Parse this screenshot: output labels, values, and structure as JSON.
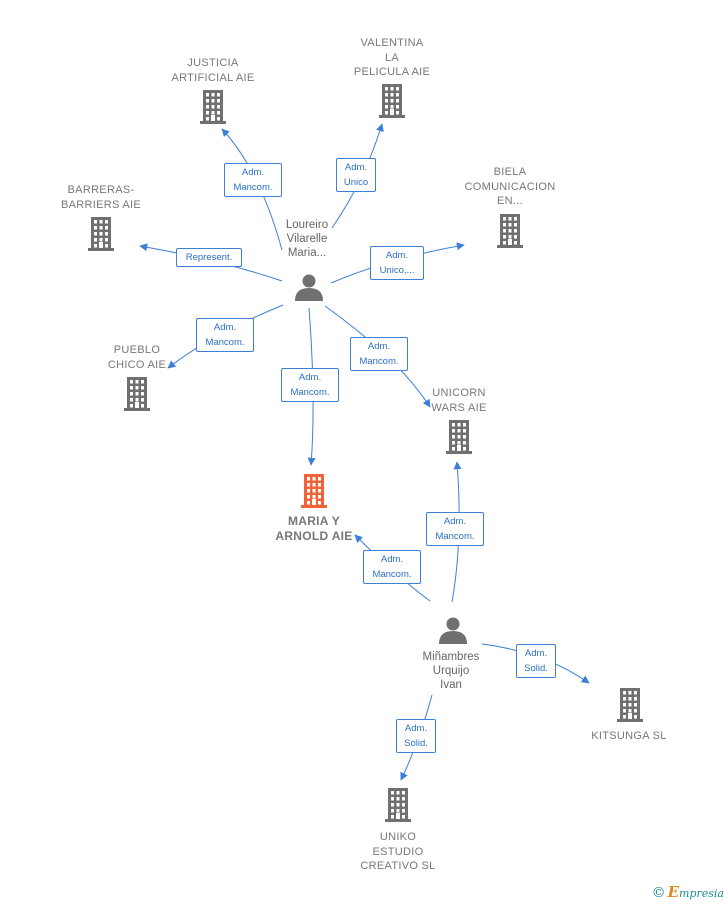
{
  "colors": {
    "edge": "#3d7fd6",
    "building": "#707070",
    "focus_building": "#f0633a",
    "person": "#707070"
  },
  "companies": [
    {
      "id": "justicia",
      "label": "JUSTICIA\nARTIFICIAL  AIE",
      "icon": "building-icon"
    },
    {
      "id": "valentina",
      "label": "VALENTINA\nLA\nPELICULA  AIE",
      "icon": "building-icon"
    },
    {
      "id": "barreras",
      "label": "BARRERAS-\nBARRIERS AIE",
      "icon": "building-icon"
    },
    {
      "id": "biela",
      "label": "BIELA\nCOMUNICACION\nEN...",
      "icon": "building-icon"
    },
    {
      "id": "pueblo",
      "label": "PUEBLO\nCHICO  AIE",
      "icon": "building-icon"
    },
    {
      "id": "unicorn",
      "label": "UNICORN\nWARS AIE",
      "icon": "building-icon"
    },
    {
      "id": "maria",
      "label": "MARIA Y\nARNOLD  AIE",
      "icon": "building-icon",
      "focus": true
    },
    {
      "id": "kitsunga",
      "label": "KITSUNGA  SL",
      "icon": "building-icon"
    },
    {
      "id": "uniko",
      "label": "UNIKO\nESTUDIO\nCREATIVO SL",
      "icon": "building-icon"
    }
  ],
  "people": [
    {
      "id": "loureiro",
      "label": "Loureiro\nVilarelle\nMaria...",
      "icon": "person-icon"
    },
    {
      "id": "minambres",
      "label": "Miñambres\nUrquijo\nIvan",
      "icon": "person-icon"
    }
  ],
  "edges": [
    {
      "from": "loureiro",
      "to": "justicia",
      "label": "Adm.\nMancom."
    },
    {
      "from": "loureiro",
      "to": "valentina",
      "label": "Adm.\nUnico"
    },
    {
      "from": "loureiro",
      "to": "barreras",
      "label": "Represent."
    },
    {
      "from": "loureiro",
      "to": "biela",
      "label": "Adm.\nUnico,..."
    },
    {
      "from": "loureiro",
      "to": "pueblo",
      "label": "Adm.\nMancom."
    },
    {
      "from": "loureiro",
      "to": "unicorn",
      "label": "Adm.\nMancom."
    },
    {
      "from": "loureiro",
      "to": "maria",
      "label": "Adm.\nMancom."
    },
    {
      "from": "minambres",
      "to": "unicorn",
      "label": "Adm.\nMancom."
    },
    {
      "from": "minambres",
      "to": "maria",
      "label": "Adm.\nMancom."
    },
    {
      "from": "minambres",
      "to": "kitsunga",
      "label": "Adm.\nSolid."
    },
    {
      "from": "minambres",
      "to": "uniko",
      "label": "Adm.\nSolid."
    }
  ],
  "brand": {
    "copyright": "©",
    "initial": "E",
    "name": "mpresia"
  }
}
